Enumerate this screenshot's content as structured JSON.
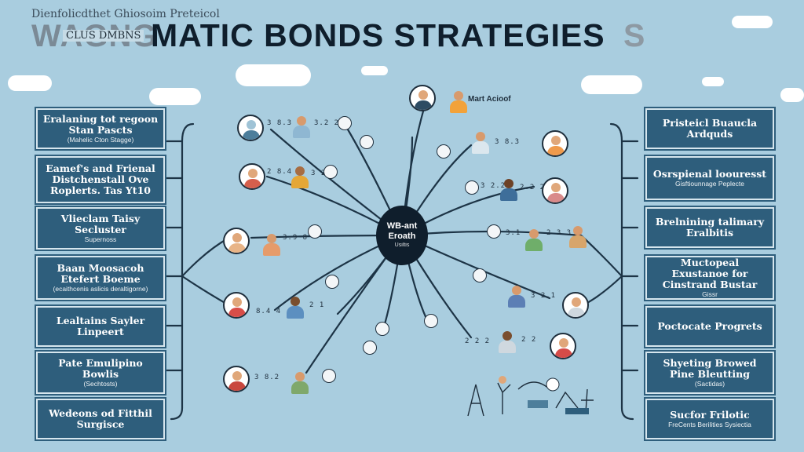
{
  "header": {
    "supertitle": "Dienfolicdthet Ghiosoim Preteicol",
    "title_ghost": "WAGNG",
    "title_overlay": "CLUS DMBNS",
    "title_main": "MATIC BONDS STRATEGIES",
    "title_tail": "S"
  },
  "hub": {
    "title": "WB-ant Eroath",
    "subtitle": "Usiltis"
  },
  "top_label": "Mart Acioof",
  "left_panels": [
    {
      "title": "Eralaning tot regoon Stan Pascts",
      "subtitle": "(Mahelic Cton Stagge)"
    },
    {
      "title": "Eamef's and Frienal Distchenstall Ove Roplerts. Tas Yt10",
      "subtitle": ""
    },
    {
      "title": "Vlieclam Taisy Secluster",
      "subtitle": "Supernoss"
    },
    {
      "title": "Baan Moosacoh Etefert Boeme",
      "subtitle": "(ecaithcenis aslicis deraltigorne)"
    },
    {
      "title": "Lealtains Sayler Linpeert",
      "subtitle": ""
    },
    {
      "title": "Pate Emulipino Bowlis",
      "subtitle": "(Sechtosts)"
    },
    {
      "title": "Wedeons od Fitthil Surgisce",
      "subtitle": ""
    }
  ],
  "right_panels": [
    {
      "title": "Pristeicl Buaucla Ardquds",
      "subtitle": ""
    },
    {
      "title": "Osrspienal loouresst",
      "subtitle": "Gisftiounnage Peplecte"
    },
    {
      "title": "Brelnining talimary Eralbitis",
      "subtitle": ""
    },
    {
      "title": "Muctopeal Exustanoe for Cinstrand Bustar",
      "subtitle": "Gissr"
    },
    {
      "title": "Poctocate Progrets",
      "subtitle": ""
    },
    {
      "title": "Shyeting Browed Pine Bleutting",
      "subtitle": "(Sactidas)"
    },
    {
      "title": "Sucfor Frilotic",
      "subtitle": "FreCents Berilities Sysiectia"
    }
  ],
  "node_labels": [
    "3 8.3",
    "3.2 2",
    "2 8.4",
    "3 2",
    "3.9 8",
    "8.4 4",
    "2 1",
    "3 8.2",
    "3 8.3",
    "3 2.2",
    "2.2 2",
    "3.1",
    "2 3 3",
    "3 2.1",
    "2 2 2",
    "2 2"
  ],
  "icons": [
    "magnifier-icon",
    "person-icon",
    "cloud-icon",
    "network-icon"
  ]
}
